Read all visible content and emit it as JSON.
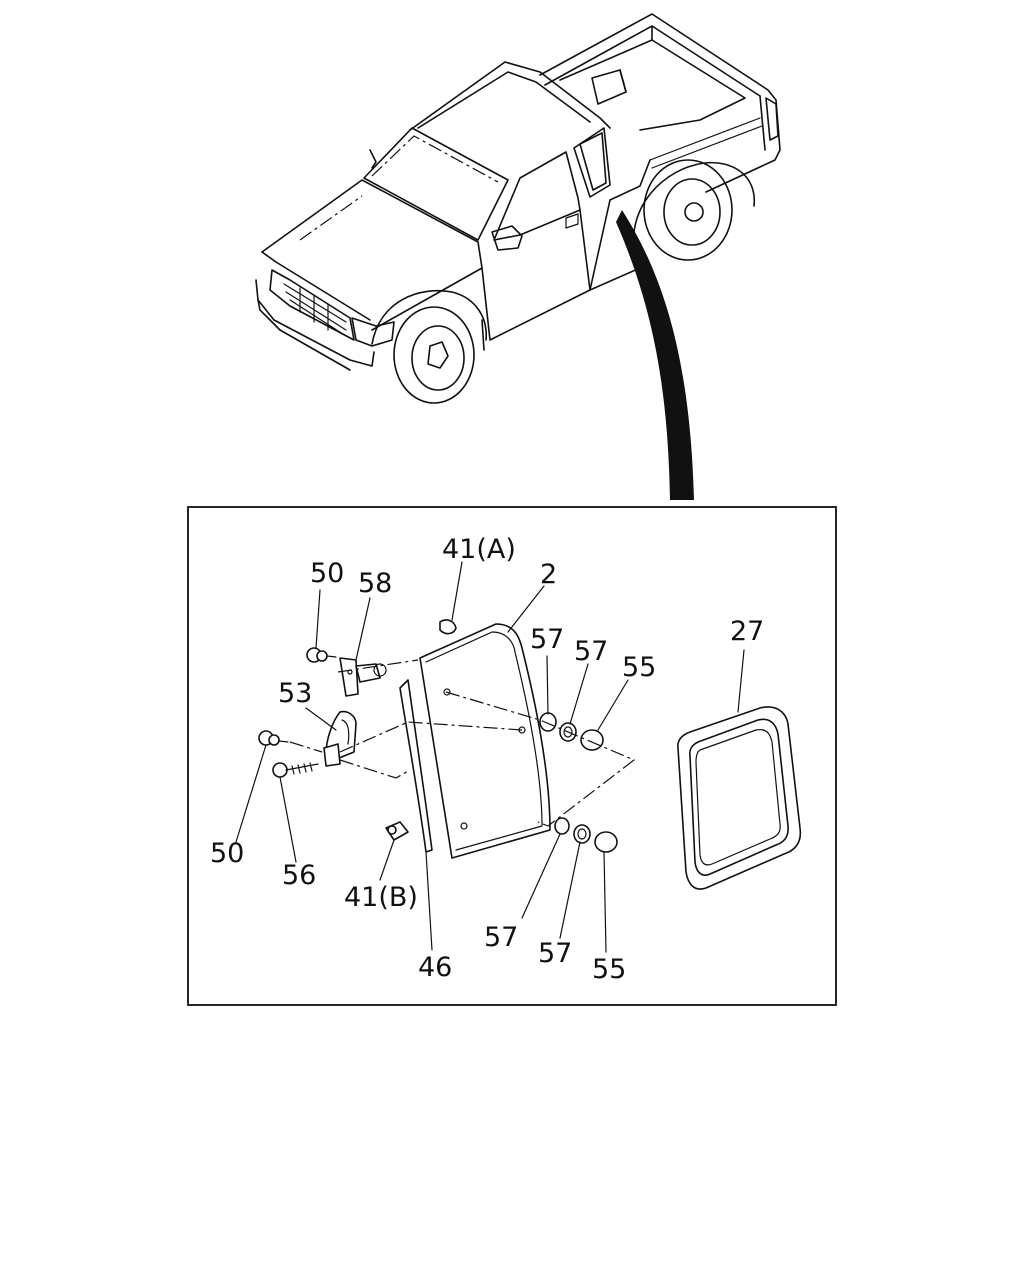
{
  "callouts": {
    "c41a": "41(A)",
    "c2": "2",
    "c50_top": "50",
    "c58": "58",
    "c57_a": "57",
    "c57_b": "57",
    "c55_top": "55",
    "c27": "27",
    "c53": "53",
    "c50_bottom": "50",
    "c56": "56",
    "c41b": "41(B)",
    "c46": "46",
    "c57_c": "57",
    "c57_d": "57",
    "c55_bottom": "55"
  }
}
